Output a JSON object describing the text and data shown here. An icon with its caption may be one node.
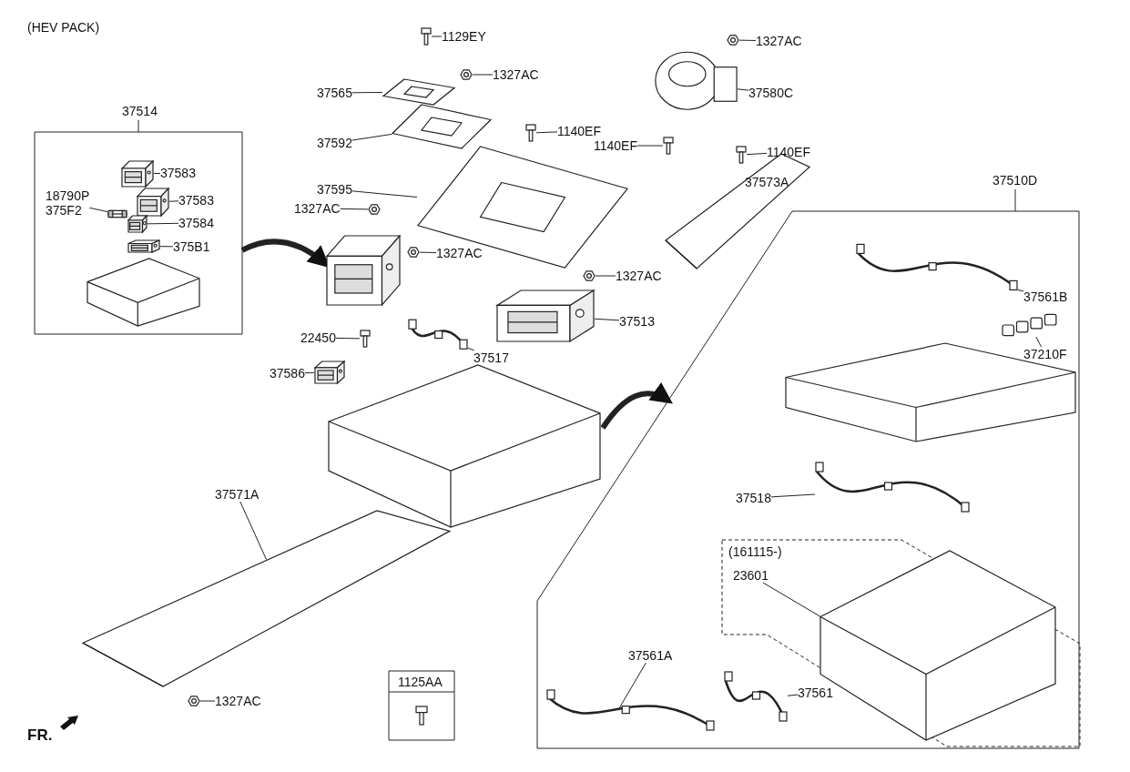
{
  "diagram": {
    "nodes": [
      {
        "text": [
          "37514"
        ]
      },
      {
        "text": [
          "37583"
        ],
        "in": 0
      },
      {
        "text": [],
        "shape": "picture",
        "in": 0
      },
      {
        "text": [
          "37583"
        ],
        "in": 0
      },
      {
        "text": [],
        "shape": "picture",
        "in": 0
      },
      {
        "text": [
          "18790P",
          "375F2"
        ],
        "in": 0
      },
      {
        "text": [],
        "shape": "picture",
        "in": 0
      },
      {
        "text": [
          "37584"
        ],
        "in": 0
      },
      {
        "text": [],
        "shape": "picture",
        "in": 0
      },
      {
        "text": [
          "375B1"
        ],
        "in": 0
      },
      {
        "text": [],
        "shape": "picture",
        "in": 0
      },
      {
        "text": [
          "1129EY"
        ]
      },
      {
        "text": [],
        "shape": "picture"
      },
      {
        "text": [
          "37565"
        ]
      },
      {
        "text": [],
        "shape": "picture"
      },
      {
        "text": [
          "1327AC"
        ]
      },
      {
        "text": [],
        "shape": "picture"
      },
      {
        "text": [
          "37592"
        ]
      },
      {
        "text": [],
        "shape": "picture"
      },
      {
        "text": [
          "1140EF"
        ]
      },
      {
        "text": [],
        "shape": "picture"
      },
      {
        "text": [
          "37595"
        ]
      },
      {
        "text": [],
        "shape": "picture"
      },
      {
        "text": [
          "1327AC"
        ]
      },
      {
        "text": [],
        "shape": "picture"
      },
      {
        "text": [
          "1327AC"
        ]
      },
      {
        "text": [],
        "shape": "picture"
      },
      {
        "text": [],
        "shape": "picture"
      },
      {
        "text": [
          "1327AC"
        ]
      },
      {
        "text": [],
        "shape": "picture"
      },
      {
        "text": [
          "37580C"
        ]
      },
      {
        "text": [],
        "shape": "picture"
      },
      {
        "text": [
          "1140EF"
        ]
      },
      {
        "text": [],
        "shape": "picture"
      },
      {
        "text": [
          "1140EF"
        ]
      },
      {
        "text": [],
        "shape": "picture"
      },
      {
        "text": [
          "1327AC"
        ]
      },
      {
        "text": [],
        "shape": "picture"
      },
      {
        "text": [
          "37513"
        ]
      },
      {
        "text": [],
        "shape": "picture"
      },
      {
        "text": [
          "22450"
        ]
      },
      {
        "text": [],
        "shape": "picture"
      },
      {
        "text": [
          "37517"
        ]
      },
      {
        "text": [],
        "shape": "picture"
      },
      {
        "text": [
          "37586"
        ]
      },
      {
        "text": [],
        "shape": "picture"
      },
      {
        "text": [],
        "shape": "picture"
      },
      {
        "text": [
          "37571A"
        ]
      },
      {
        "text": [],
        "shape": "picture"
      },
      {
        "text": [
          "1327AC"
        ]
      },
      {
        "text": [],
        "shape": "picture"
      },
      {
        "text": [
          "37510D"
        ]
      },
      {
        "text": [
          "37561B"
        ],
        "in": 51
      },
      {
        "text": [],
        "shape": "picture",
        "in": 51
      },
      {
        "text": [
          "37210F"
        ],
        "in": 51
      },
      {
        "text": [],
        "shape": "picture",
        "in": 51
      },
      {
        "text": [
          "37518"
        ],
        "in": 51
      },
      {
        "text": [],
        "shape": "picture",
        "in": 51
      },
      {
        "text": [
          "(161115-)"
        ],
        "in": 51
      },
      {
        "text": [
          "23601"
        ],
        "in": 58
      },
      {
        "text": [],
        "shape": "picture",
        "in": 58
      },
      {
        "text": [
          "37561A"
        ],
        "in": 51
      },
      {
        "text": [],
        "shape": "picture",
        "in": 51
      },
      {
        "text": [
          "37561"
        ],
        "in": 51
      },
      {
        "text": [],
        "shape": "picture",
        "in": 51
      },
      {
        "text": [
          "1125AA"
        ]
      },
      {
        "text": [],
        "shape": "picture",
        "in": 65
      }
    ],
    "edges": [
      {
        "from": 1,
        "to": 2,
        "arrow": "none"
      },
      {
        "from": 3,
        "to": 4,
        "arrow": "none"
      },
      {
        "from": 5,
        "to": 6,
        "arrow": "none"
      },
      {
        "from": 7,
        "to": 8,
        "arrow": "none"
      },
      {
        "from": 9,
        "to": 10,
        "arrow": "none"
      },
      {
        "from": 11,
        "to": 12,
        "arrow": "none"
      },
      {
        "from": 13,
        "to": 14,
        "arrow": "none"
      },
      {
        "from": 15,
        "to": 16,
        "arrow": "none"
      },
      {
        "from": 17,
        "to": 18,
        "arrow": "none"
      },
      {
        "from": 19,
        "to": 20,
        "arrow": "none"
      },
      {
        "from": 21,
        "to": 22,
        "arrow": "none"
      },
      {
        "from": 23,
        "to": 24,
        "arrow": "none"
      },
      {
        "from": 25,
        "to": 26,
        "arrow": "none"
      },
      {
        "from": 28,
        "to": 29,
        "arrow": "none"
      },
      {
        "from": 30,
        "to": 31,
        "arrow": "none"
      },
      {
        "from": 32,
        "to": 33,
        "arrow": "none"
      },
      {
        "from": 34,
        "to": 35,
        "arrow": "none"
      },
      {
        "from": 36,
        "to": 37,
        "arrow": "none"
      },
      {
        "from": 38,
        "to": 39,
        "arrow": "none"
      },
      {
        "from": 40,
        "to": 41,
        "arrow": "none"
      },
      {
        "from": 42,
        "to": 43,
        "arrow": "none"
      },
      {
        "from": 44,
        "to": 45,
        "arrow": "none"
      },
      {
        "from": 47,
        "to": 48,
        "arrow": "none"
      },
      {
        "from": 49,
        "to": 50,
        "arrow": "none"
      },
      {
        "from": 52,
        "to": 53,
        "arrow": "none"
      },
      {
        "from": 54,
        "to": 55,
        "arrow": "none"
      },
      {
        "from": 56,
        "to": 57,
        "arrow": "none"
      },
      {
        "from": 59,
        "to": 60,
        "arrow": "none"
      },
      {
        "from": 61,
        "to": 62,
        "arrow": "none"
      },
      {
        "from": 63,
        "to": 64,
        "arrow": "none"
      },
      {
        "from": 0,
        "to": 27,
        "arrow": "to",
        "style": "thick"
      },
      {
        "from": 46,
        "to": 51,
        "arrow": "to",
        "style": "thick"
      }
    ],
    "labels": [
      "(HEV PACK)",
      "37573A",
      "FR."
    ]
  }
}
